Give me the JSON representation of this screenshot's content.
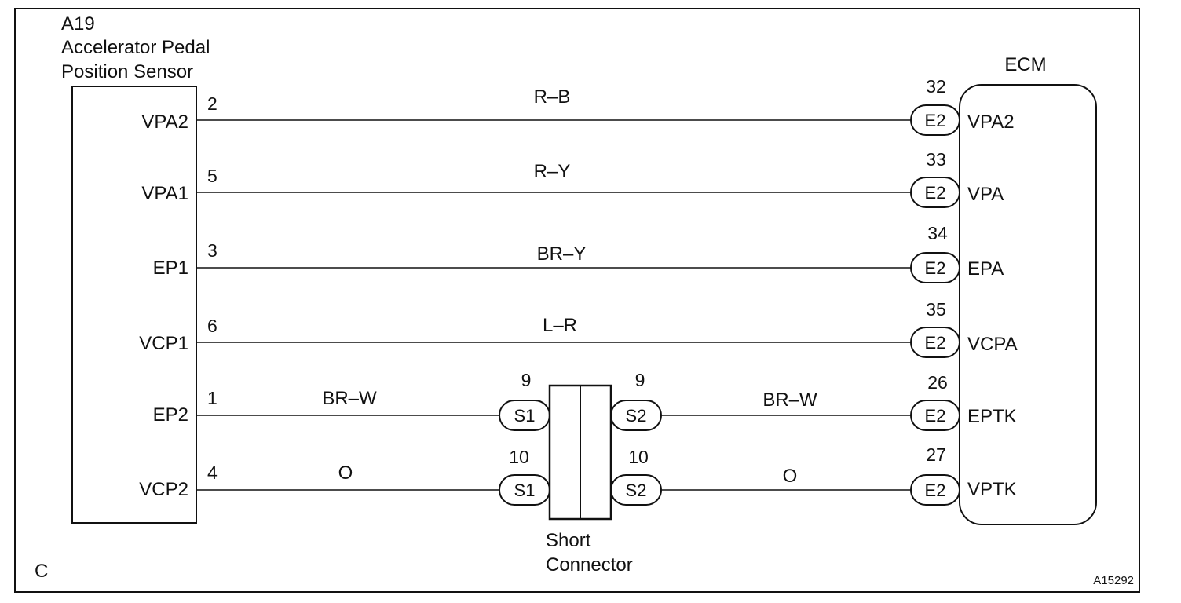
{
  "corner_label": "C",
  "figure_id": "A15292",
  "sensor": {
    "code": "A19",
    "name_line1": "Accelerator Pedal",
    "name_line2": "Position Sensor",
    "terminals": [
      "VPA2",
      "VPA1",
      "EP1",
      "VCP1",
      "EP2",
      "VCP2"
    ],
    "pins": [
      "2",
      "5",
      "3",
      "6",
      "1",
      "4"
    ]
  },
  "ecm": {
    "title": "ECM",
    "connector": "E2",
    "pins": [
      "32",
      "33",
      "34",
      "35",
      "26",
      "27"
    ],
    "terminals": [
      "VPA2",
      "VPA",
      "EPA",
      "VCPA",
      "EPTK",
      "VPTK"
    ]
  },
  "wire_colors": [
    "R–B",
    "R–Y",
    "BR–Y",
    "L–R",
    "BR–W",
    "O"
  ],
  "short_connector": {
    "label_line1": "Short",
    "label_line2": "Connector",
    "left_connector": "S1",
    "right_connector": "S2",
    "left_pins": [
      "9",
      "10"
    ],
    "right_pins": [
      "9",
      "10"
    ],
    "wire_colors_right": [
      "BR–W",
      "O"
    ]
  }
}
